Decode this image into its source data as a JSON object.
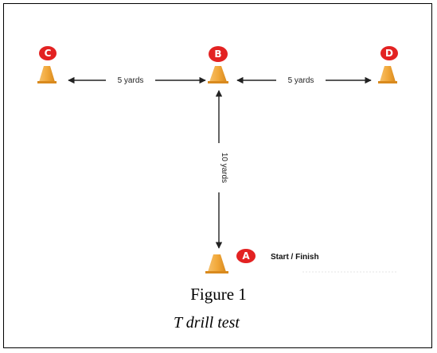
{
  "diagram": {
    "points": {
      "a": "A",
      "b": "B",
      "c": "C",
      "d": "D"
    },
    "labels": {
      "cb_distance": "5 yards",
      "bd_distance": "5 yards",
      "ab_distance": "10 yards",
      "start_finish": "Start / Finish"
    },
    "colors": {
      "cone": "#f2a93b",
      "marker": "#e32222",
      "arrow": "#222222"
    }
  },
  "caption": {
    "title": "Figure 1",
    "subtitle": "T drill test"
  }
}
